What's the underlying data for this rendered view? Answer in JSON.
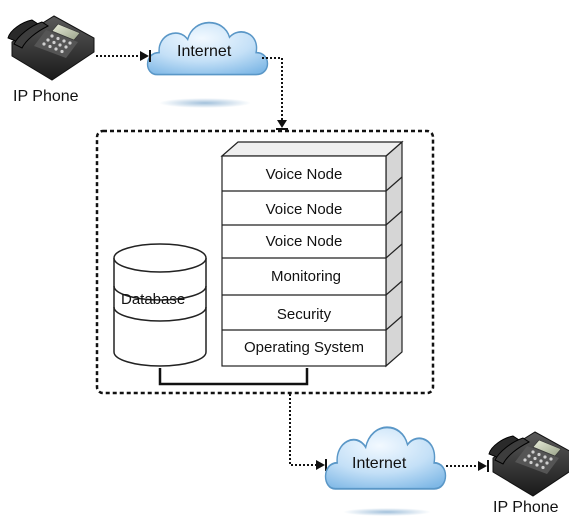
{
  "labels": {
    "phone_top": "IP Phone",
    "phone_bottom": "IP Phone",
    "cloud_top": "Internet",
    "cloud_bottom": "Internet",
    "database": "Database"
  },
  "stack_layers": [
    {
      "label": "Voice Node"
    },
    {
      "label": "Voice Node"
    },
    {
      "label": "Voice Node"
    },
    {
      "label": "Monitoring"
    },
    {
      "label": "Security"
    },
    {
      "label": "Operating System"
    }
  ],
  "icons": [
    "phone-icon",
    "cloud-icon",
    "database-cylinder-icon",
    "server-stack-icon"
  ],
  "colors": {
    "cloud_fill_top": "#f2f9ff",
    "cloud_fill_bottom": "#7fb8e6",
    "cloud_stroke": "#5a97c7",
    "stack_side": "#d6d6d6",
    "line": "#111111"
  }
}
